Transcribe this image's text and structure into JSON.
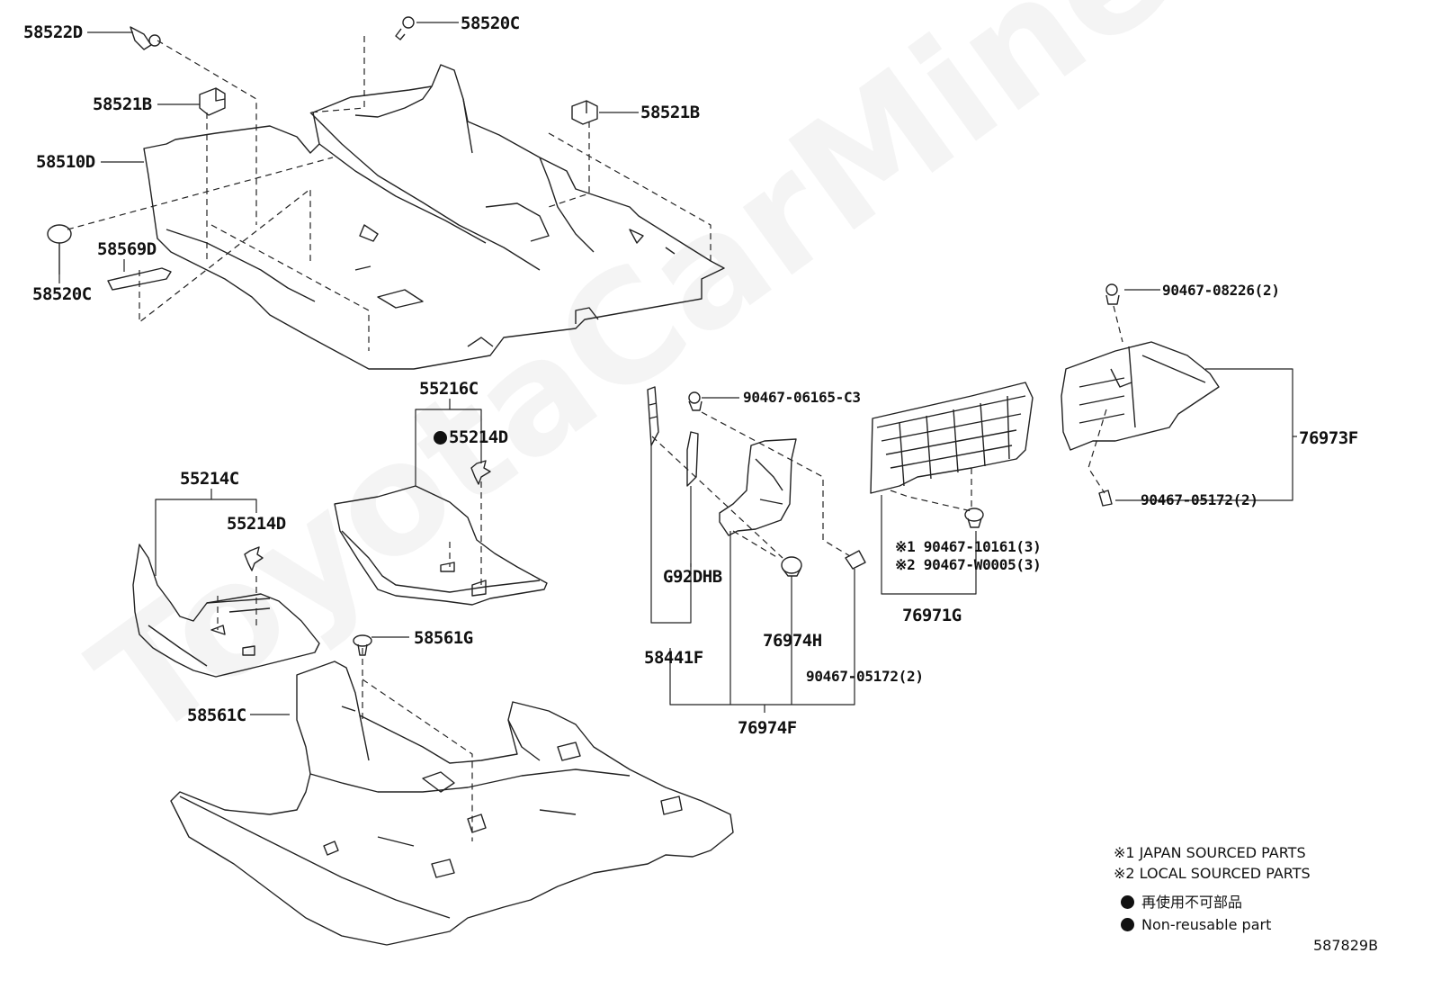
{
  "watermark": "ToyotaCarMine.ru",
  "labels": {
    "p58522D": "58522D",
    "p58520C_top": "58520C",
    "p58521B_left": "58521B",
    "p58521B_right": "58521B",
    "p58510D": "58510D",
    "p58569D": "58569D",
    "p58520C_left": "58520C",
    "p55216C": "55216C",
    "p55214D_top": "55214D",
    "p55214C": "55214C",
    "p55214D_left": "55214D",
    "p58561G": "58561G",
    "p58561C": "58561C",
    "p90467_06165": "90467-06165-C3",
    "pG92DHB": "G92DHB",
    "p58441F": "58441F",
    "p76974H": "76974H",
    "p90467_05172_mid": "90467-05172(2)",
    "p76974F": "76974F",
    "p90467_10161": "※1 90467-10161(3)",
    "p90467_W0005": "※2 90467-W0005(3)",
    "p76971G": "76971G",
    "p90467_08226": "90467-08226(2)",
    "p76973F": "76973F",
    "p90467_05172_right": "90467-05172(2)"
  },
  "legend": {
    "japan": "※1 JAPAN SOURCED PARTS",
    "local": "※2 LOCAL SOURCED PARTS",
    "non_reusable_jp": "再使用不可部品",
    "non_reusable_en": "Non-reusable part"
  },
  "figure_id": "587829B"
}
